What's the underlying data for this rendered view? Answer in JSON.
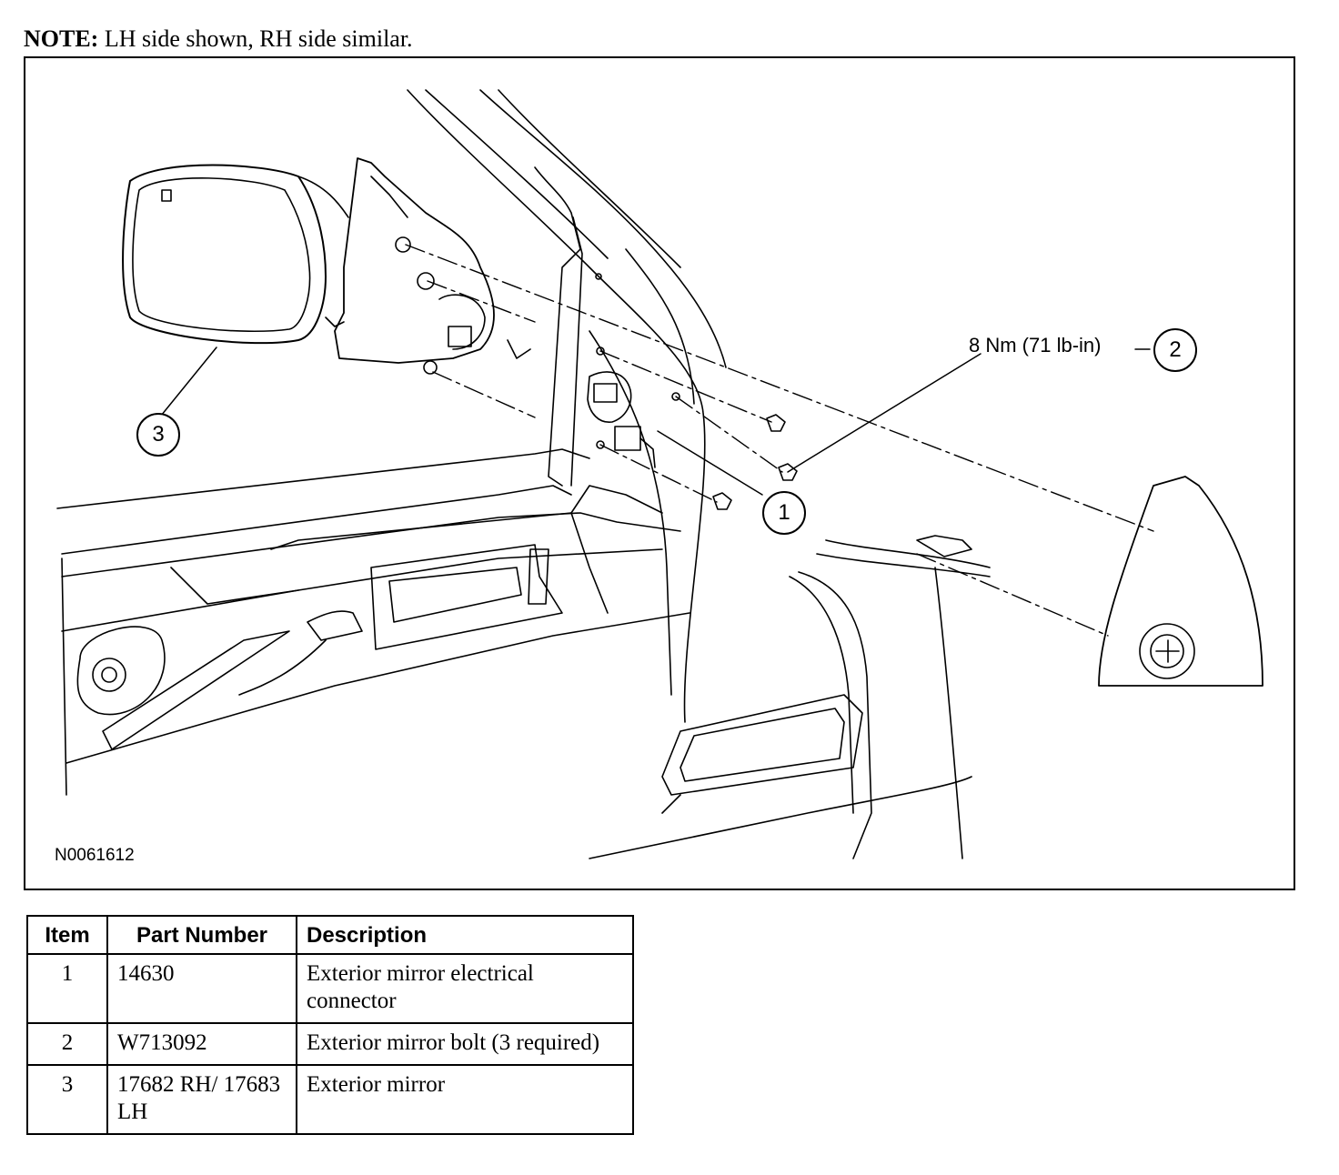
{
  "note": {
    "prefix": "NOTE:",
    "text": " LH side shown, RH side similar."
  },
  "figure": {
    "id": "N0061612",
    "callouts": {
      "item1": "1",
      "item2": "2",
      "item3": "3",
      "torque": "8 Nm (71 lb-in)"
    }
  },
  "parts_table": {
    "headers": [
      "Item",
      "Part Number",
      "Description"
    ],
    "rows": [
      {
        "item": "1",
        "part_number": "14630",
        "description": "Exterior mirror electrical connector"
      },
      {
        "item": "2",
        "part_number": "W713092",
        "description": "Exterior mirror bolt (3 required)"
      },
      {
        "item": "3",
        "part_number": "17682 RH/ 17683 LH",
        "description": "Exterior mirror"
      }
    ]
  }
}
